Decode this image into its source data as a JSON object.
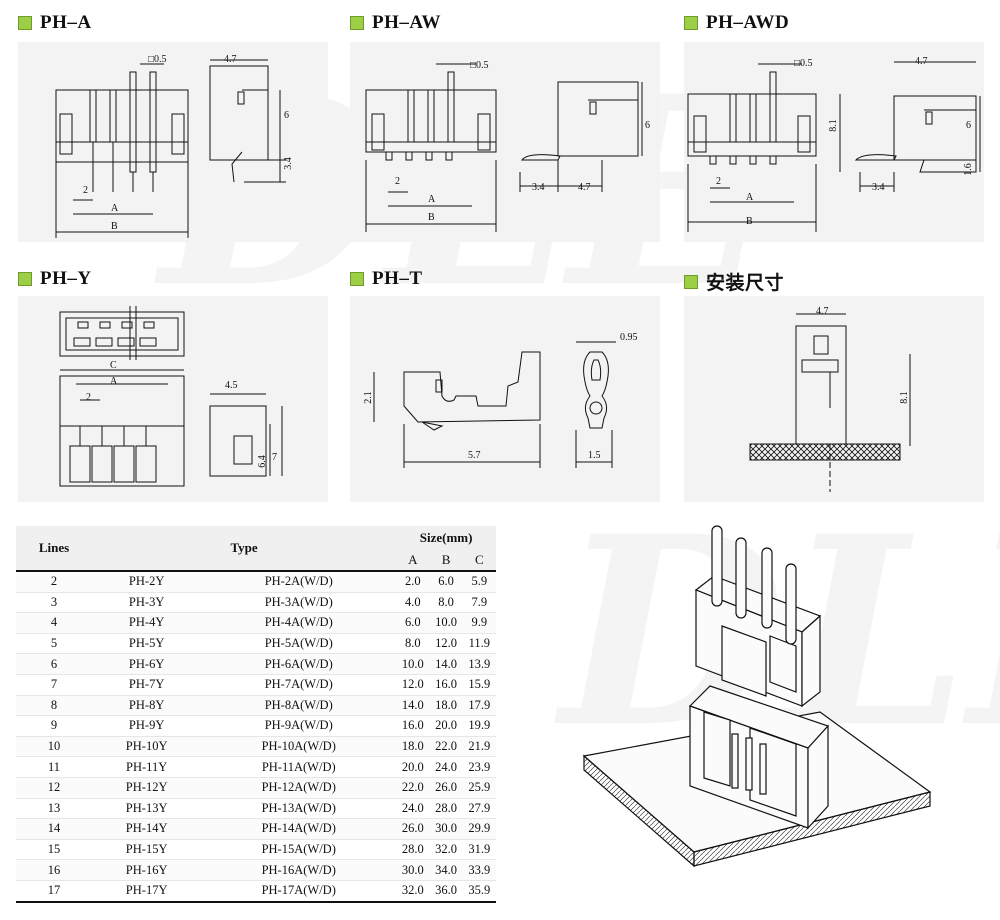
{
  "sections": {
    "ph_a": "PH–A",
    "ph_aw": "PH–AW",
    "ph_awd": "PH–AWD",
    "ph_y": "PH–Y",
    "ph_t": "PH–T",
    "install": "安装尺寸"
  },
  "dims": {
    "ph_a": {
      "pin": "□0.5",
      "w": "4.7",
      "h": "6",
      "pin_len": "3.4",
      "pitch": "2",
      "a": "A",
      "b": "B"
    },
    "ph_aw": {
      "pin": "□0.5",
      "h": "6",
      "pitch": "2",
      "a": "A",
      "b": "B",
      "w1": "3.4",
      "w2": "4.7"
    },
    "ph_awd": {
      "pin": "□0.5",
      "w": "4.7",
      "h_total": "8.1",
      "h": "6",
      "foot": "1.6",
      "pitch": "2",
      "a": "A",
      "b": "B",
      "w1": "3.4"
    },
    "ph_y": {
      "c": "C",
      "a": "A",
      "pitch": "2",
      "w": "4.5",
      "h1": "6.4",
      "h2": "7"
    },
    "ph_t": {
      "h": "2.1",
      "len": "5.7",
      "thk": "0.95",
      "w": "1.5"
    },
    "install": {
      "w": "4.7",
      "h": "8.1"
    }
  },
  "table": {
    "headers": {
      "lines": "Lines",
      "type": "Type",
      "size": "Size(mm)",
      "a": "A",
      "b": "B",
      "c": "C"
    },
    "rows": [
      {
        "lines": "2",
        "y": "PH-2Y",
        "a_type": "PH-2A(W/D)",
        "a": "2.0",
        "b": "6.0",
        "c": "5.9"
      },
      {
        "lines": "3",
        "y": "PH-3Y",
        "a_type": "PH-3A(W/D)",
        "a": "4.0",
        "b": "8.0",
        "c": "7.9"
      },
      {
        "lines": "4",
        "y": "PH-4Y",
        "a_type": "PH-4A(W/D)",
        "a": "6.0",
        "b": "10.0",
        "c": "9.9"
      },
      {
        "lines": "5",
        "y": "PH-5Y",
        "a_type": "PH-5A(W/D)",
        "a": "8.0",
        "b": "12.0",
        "c": "11.9"
      },
      {
        "lines": "6",
        "y": "PH-6Y",
        "a_type": "PH-6A(W/D)",
        "a": "10.0",
        "b": "14.0",
        "c": "13.9"
      },
      {
        "lines": "7",
        "y": "PH-7Y",
        "a_type": "PH-7A(W/D)",
        "a": "12.0",
        "b": "16.0",
        "c": "15.9"
      },
      {
        "lines": "8",
        "y": "PH-8Y",
        "a_type": "PH-8A(W/D)",
        "a": "14.0",
        "b": "18.0",
        "c": "17.9"
      },
      {
        "lines": "9",
        "y": "PH-9Y",
        "a_type": "PH-9A(W/D)",
        "a": "16.0",
        "b": "20.0",
        "c": "19.9"
      },
      {
        "lines": "10",
        "y": "PH-10Y",
        "a_type": "PH-10A(W/D)",
        "a": "18.0",
        "b": "22.0",
        "c": "21.9"
      },
      {
        "lines": "11",
        "y": "PH-11Y",
        "a_type": "PH-11A(W/D)",
        "a": "20.0",
        "b": "24.0",
        "c": "23.9"
      },
      {
        "lines": "12",
        "y": "PH-12Y",
        "a_type": "PH-12A(W/D)",
        "a": "22.0",
        "b": "26.0",
        "c": "25.9"
      },
      {
        "lines": "13",
        "y": "PH-13Y",
        "a_type": "PH-13A(W/D)",
        "a": "24.0",
        "b": "28.0",
        "c": "27.9"
      },
      {
        "lines": "14",
        "y": "PH-14Y",
        "a_type": "PH-14A(W/D)",
        "a": "26.0",
        "b": "30.0",
        "c": "29.9"
      },
      {
        "lines": "15",
        "y": "PH-15Y",
        "a_type": "PH-15A(W/D)",
        "a": "28.0",
        "b": "32.0",
        "c": "31.9"
      },
      {
        "lines": "16",
        "y": "PH-16Y",
        "a_type": "PH-16A(W/D)",
        "a": "30.0",
        "b": "34.0",
        "c": "33.9"
      },
      {
        "lines": "17",
        "y": "PH-17Y",
        "a_type": "PH-17A(W/D)",
        "a": "32.0",
        "b": "36.0",
        "c": "35.9"
      }
    ]
  },
  "colors": {
    "accent": "#9ccf45",
    "panel": "#f3f3f3",
    "line": "#111111"
  },
  "watermark": "DLE"
}
